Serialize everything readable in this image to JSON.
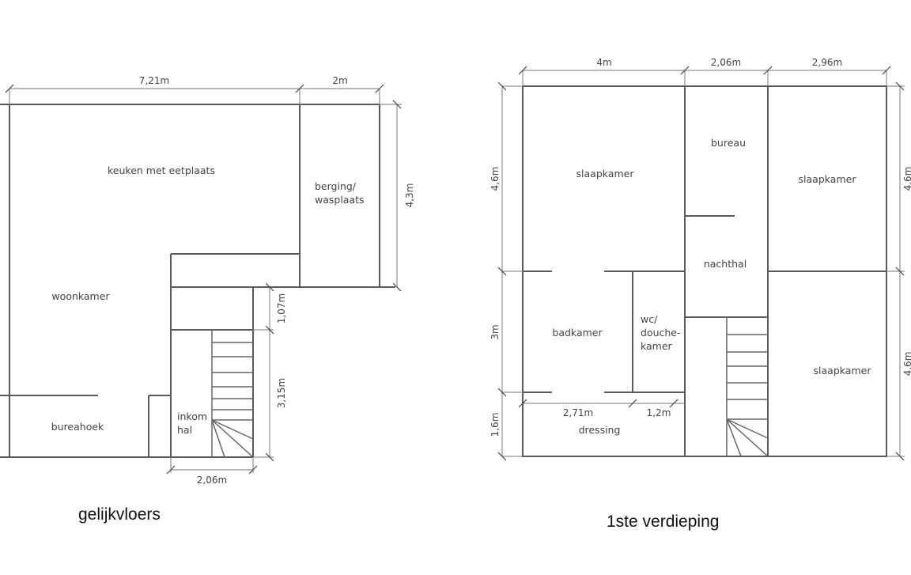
{
  "ground_floor": {
    "title": "gelijkvloers",
    "rooms": {
      "kitchen": "keuken met eetplaats",
      "storage_line1": "berging/",
      "storage_line2": "wasplaats",
      "living": "woonkamer",
      "office_corner": "bureahoek",
      "entrance_line1": "inkom",
      "entrance_line2": "hal"
    },
    "dimensions": {
      "top_left": "7,21m",
      "top_right": "2m",
      "right_height": "4,3m",
      "stair_upper": "1,07m",
      "stair_lower": "3,15m",
      "bottom_width": "2,06m"
    }
  },
  "first_floor": {
    "title": "1ste verdieping",
    "rooms": {
      "bedroom_left": "slaapkamer",
      "office": "bureau",
      "bedroom_right_top": "slaapkamer",
      "landing": "nachthal",
      "bathroom": "badkamer",
      "shower_line1": "wc/",
      "shower_line2": "douche-",
      "shower_line3": "kamer",
      "bedroom_right_bottom": "slaapkamer",
      "dressing": "dressing"
    },
    "dimensions": {
      "top_1": "4m",
      "top_2": "2,06m",
      "top_3": "2,96m",
      "left_top": "4,6m",
      "left_mid": "3m",
      "left_bottom": "1,6m",
      "right_top": "4,6m",
      "right_bottom": "4,6m",
      "inner_1": "2,71m",
      "inner_2": "1,2m"
    }
  },
  "colors": {
    "wall": "#5a5a5a",
    "text": "#444444",
    "background": "#ffffff"
  }
}
